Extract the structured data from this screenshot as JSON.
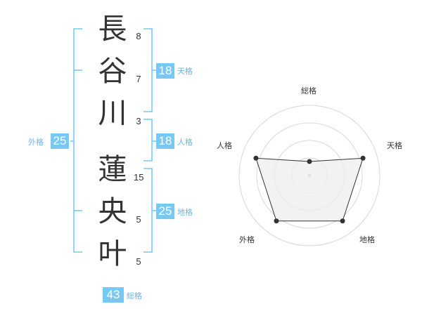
{
  "name_chars": [
    {
      "char": "長",
      "strokes": "8"
    },
    {
      "char": "谷",
      "strokes": "7"
    },
    {
      "char": "川",
      "strokes": "3"
    },
    {
      "char": "蓮",
      "strokes": "15"
    },
    {
      "char": "央",
      "strokes": "5"
    },
    {
      "char": "叶",
      "strokes": "5"
    }
  ],
  "kaku": {
    "tenkaku": {
      "value": "18",
      "label": "天格"
    },
    "jinkaku": {
      "value": "18",
      "label": "人格"
    },
    "chikaku": {
      "value": "25",
      "label": "地格"
    },
    "gaikaku": {
      "value": "25",
      "label": "外格"
    },
    "soukaku": {
      "value": "43",
      "label": "総格"
    }
  },
  "radar": {
    "labels": [
      "総格",
      "天格",
      "地格",
      "外格",
      "人格"
    ],
    "levels": 4,
    "scores": [
      1,
      4,
      4,
      4,
      4
    ],
    "max": 5
  },
  "colors": {
    "bracket": "#78c8f5",
    "badge": "#78c8f5",
    "badge_label": "#6ab7e6",
    "radar_ring": "#d8d8d8",
    "radar_fill": "#ededed",
    "radar_line": "#333333"
  }
}
